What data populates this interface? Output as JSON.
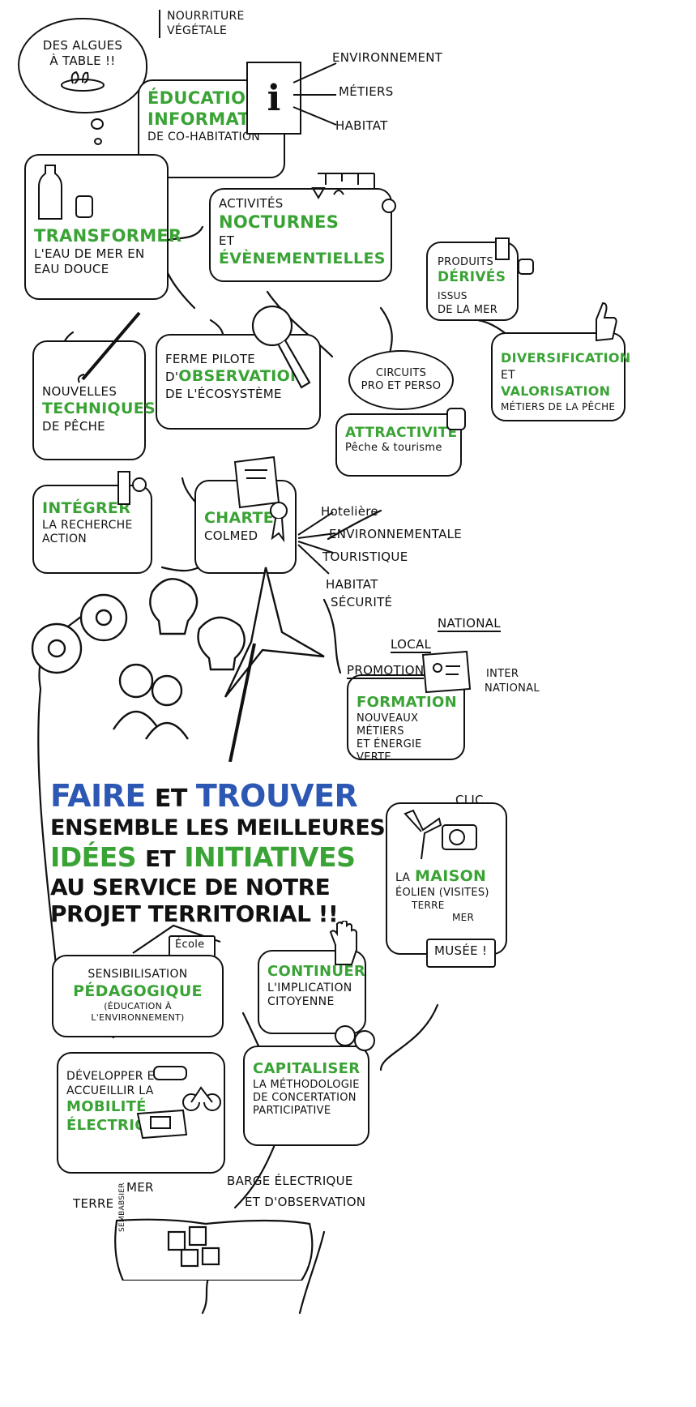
{
  "thought": {
    "text": "Des algues à table !!"
  },
  "nourriture": {
    "line1": "Nourriture",
    "line2": "végétale"
  },
  "education": {
    "title1": "Éducation",
    "title2": "information",
    "sub": "de co-habitation",
    "items": [
      "environnement",
      "métiers",
      "habitat"
    ]
  },
  "transformer": {
    "title": "Transformer",
    "line1": "L'eau de mer en",
    "line2": "eau douce"
  },
  "activites": {
    "line1": "Activités",
    "title1": "nocturnes",
    "prefix": "et",
    "title2": "évènementielles"
  },
  "produits": {
    "line1": "Produits",
    "title": "dérivés",
    "suffix": "issus",
    "line2": "de la mer"
  },
  "diversification": {
    "title1": "Diversification",
    "prefix": "et",
    "title2": "Valorisation",
    "sub": "métiers de la pêche"
  },
  "ferme": {
    "line1": "Ferme pilote",
    "prefix": "d'",
    "title": "Observation",
    "line2": "de l'écosystème"
  },
  "circuits": {
    "line1": "Circuits",
    "line2": "pro et perso"
  },
  "techniques": {
    "line1": "Nouvelles",
    "title": "techniques",
    "line2": "de pêche"
  },
  "attractivite": {
    "title": "Attractivité",
    "sub": "Pêche & tourisme"
  },
  "integrer": {
    "title": "Intégrer",
    "line1": "la recherche",
    "line2": "action"
  },
  "charte": {
    "title": "Charte",
    "sub": "Colmed",
    "items": [
      "Hotelière",
      "environnementale",
      "touristique",
      "habitat",
      "sécurité"
    ]
  },
  "formation": {
    "title": "Formation",
    "line1": "Nouveaux métiers",
    "line2": "et énergie verte",
    "scope": [
      "National",
      "Local",
      "Promotion",
      "Inter",
      "national"
    ]
  },
  "main": {
    "w1": "Faire",
    "w2": "et",
    "w3": "trouver",
    "line2": "ensemble les meilleures",
    "w4": "idées",
    "w5": "et",
    "w6": "initiatives",
    "line4": "au service de notre",
    "line5": "projet territorial !!"
  },
  "maison": {
    "clic": "Clic",
    "prefix": "La",
    "title": "Maison",
    "line": "éolien (visites)",
    "terre": "Terre",
    "mer": "Mer",
    "musee": "Musée !"
  },
  "ecole": {
    "label": "École"
  },
  "sensibilisation": {
    "line1": "Sensibilisation",
    "title": "Pédagogique",
    "line2": "(Éducation à l'environnement)"
  },
  "continuer": {
    "title": "Continuer",
    "line1": "L'implication",
    "line2": "citoyenne"
  },
  "developper": {
    "line1": "Développer et",
    "line2": "accueillir la",
    "title1": "Mobilité",
    "title2": "électrique"
  },
  "capitaliser": {
    "title": "Capitaliser",
    "line1": "la méthodologie",
    "line2": "de concertation",
    "line3": "participative"
  },
  "bottom": {
    "terre": "Terre",
    "mer": "mer",
    "barge1": "Barge électrique",
    "barge2": "et d'observation"
  },
  "signature": "SEMBABSIER"
}
